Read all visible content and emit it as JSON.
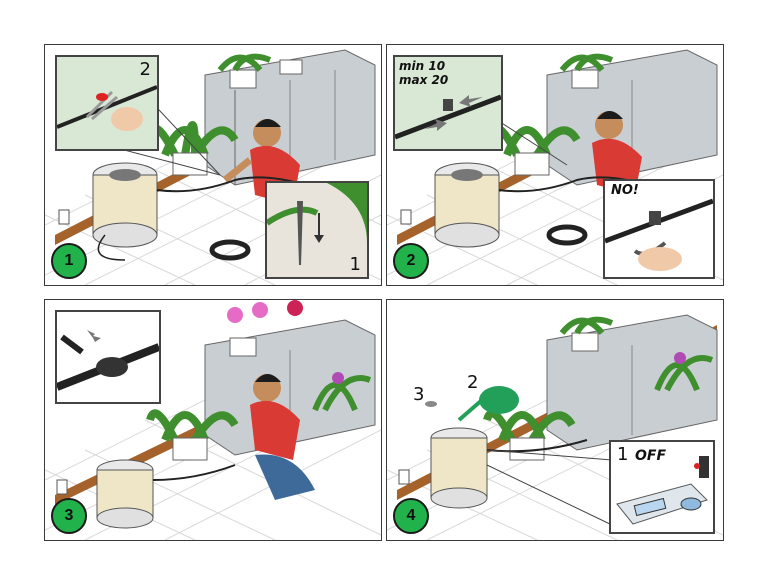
{
  "steps": [
    {
      "number": "1",
      "inset_top_number": "2",
      "inset_bottom_number": "1"
    },
    {
      "number": "2",
      "inset_top_text_line1": "min 10",
      "inset_top_text_line2": "max 20",
      "inset_bottom_text": "NO!"
    },
    {
      "number": "3"
    },
    {
      "number": "4",
      "label_pour": "2",
      "label_cap": "3",
      "inset_number": "1",
      "inset_text": "OFF"
    }
  ],
  "colors": {
    "badge": "#22b24c",
    "shirt": "#d93a33",
    "plant": "#3f8f2f",
    "skirting": "#a5622a",
    "unit": "#efe6c8",
    "cabinet": "#c9ced3"
  }
}
